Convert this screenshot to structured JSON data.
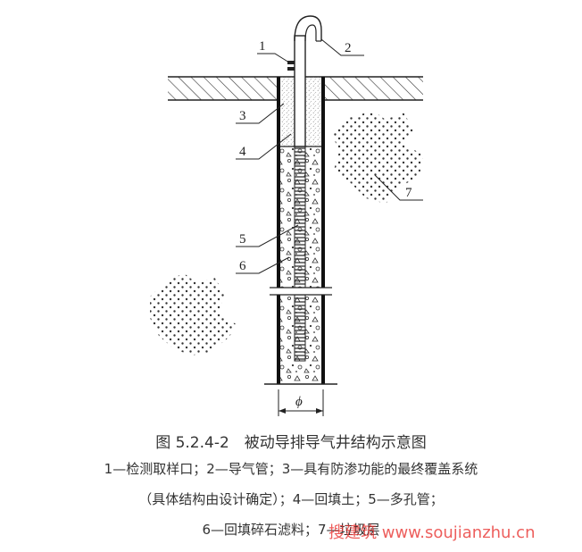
{
  "labels": {
    "l1": "1",
    "l2": "2",
    "l3": "3",
    "l4": "4",
    "l5": "5",
    "l6": "6",
    "l7": "7"
  },
  "diameter_symbol": "ϕ",
  "figure": {
    "title": "图 5.2.4-2　被动导排导气井结构示意图",
    "legend_line1": "1—检测取样口；2—导气管；3—具有防渗功能的最终覆盖系统",
    "legend_line2": "（具体结构由设计确定）；4—回填土；5—多孔管；",
    "legend_line3": "6—回填碎石滤料；7—垃圾层"
  },
  "watermark": "搜建筑 www.soujianzhu.cn"
}
